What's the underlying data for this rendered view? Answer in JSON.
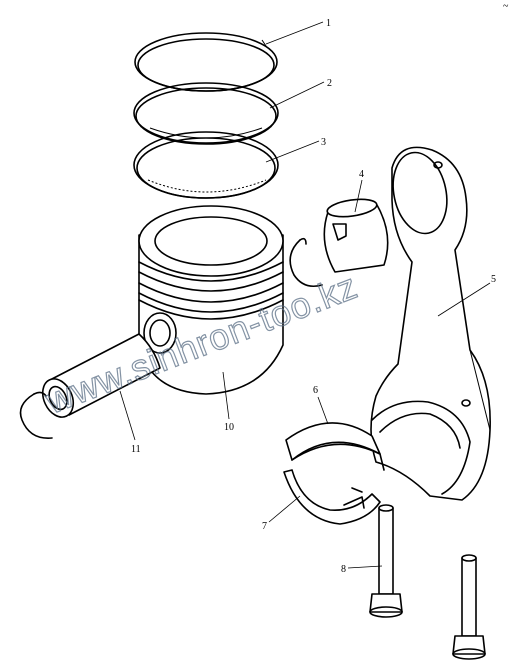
{
  "callouts": [
    "1",
    "2",
    "3",
    "4",
    "5",
    "6",
    "7",
    "8",
    "10",
    "11"
  ],
  "watermark": "www.sinhron-too.kz",
  "corner_mark": "~"
}
